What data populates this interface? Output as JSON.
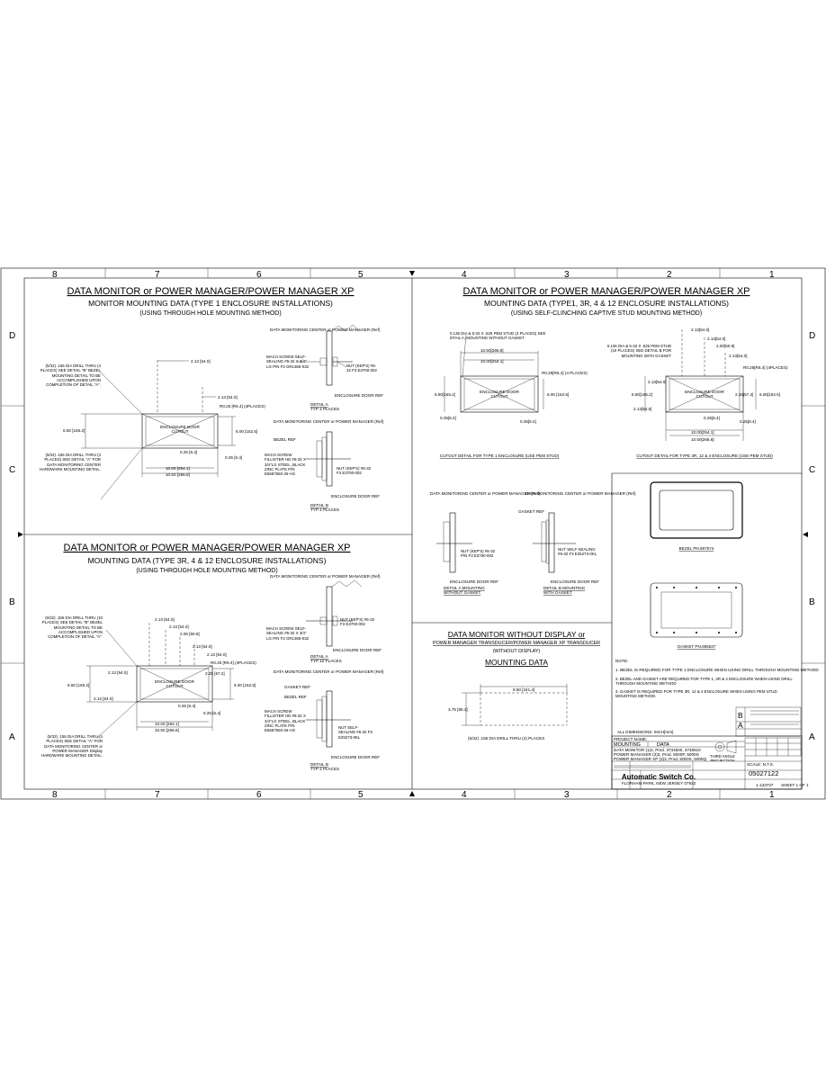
{
  "zones": {
    "top": [
      "8",
      "7",
      "6",
      "5",
      "4",
      "3",
      "2",
      "1"
    ],
    "bottom": [
      "8",
      "7",
      "6",
      "5",
      "4",
      "3",
      "2",
      "1"
    ],
    "left": [
      "D",
      "C",
      "B",
      "A"
    ],
    "right": [
      "D",
      "C",
      "B",
      "A"
    ]
  },
  "q1": {
    "title": "DATA MONITOR or POWER MANAGER/POWER MANAGER XP",
    "subtitle": "MONITOR MOUNTING DATA (TYPE 1 ENCLOSURE INSTALLATIONS)",
    "method": "(USING THROUGH HOLE MOUNTING METHOD)",
    "cutout_label": "ENCLOSURE DOOR",
    "cutout_sub": "CUTOUT",
    "dims": {
      "d1": "2.13 [54.0]",
      "d2": "2.13 [54.0]",
      "d3": "R0.25 [R6.4] (4PLACES)",
      "d4": "6.50 [165.2]",
      "d5": "6.00 [152.5]",
      "d6": "0.25 [6.4]",
      "d7": "0.25 [6.4]",
      "d8": "10.00 [254.1]",
      "d9": "10.50 [266.8]"
    },
    "notes": {
      "n1": "(5/32) .156 DIA DRILL THRU (4 PLACES) SEE DETAIL \"B\" BEZEL MOUNTING DETAIL TO BE ACCOMPLISHED UPON COMPLETION OF DETAIL \"A\".",
      "n2": "(5/32) .156 DIA DRILL THRU (4 PLACES) SEE DETAIL \"A\" FOR DATA MONITORING CENTER HARDWARE MOUNTING DETAIL."
    },
    "detail_a": {
      "ref": "DATA MONITORING CENTER or POWER MANAGER (Ref)",
      "screw": "MACH SCREW SELF-SEALING #6-32 X 3/4\" LG P/N F3 GR1365-032",
      "nut": "NUT (KEP'S) #6-32 F3 E3700-002",
      "door": "ENCLOSURE DOOR REF",
      "caption": "DETAIL A",
      "places": "TYP 4 PLACES"
    },
    "detail_b": {
      "ref": "DATA MONITORING CENTER or POWER MANAGER (Ref)",
      "bezel": "BEZEL REF",
      "screw": "MACH SCREW FILLISTER HD #6-32 X 3/4\"LG STEEL, BLACK ZINC PLATE P/N E5687560-26-AG",
      "nut": "NUT (KEP'S) #6-32 F3 E3700-002",
      "door": "ENCLOSURE DOOR REF",
      "caption": "DETAIL B",
      "places": "TYP 4 PLACES"
    }
  },
  "q2": {
    "title": "DATA MONITOR or POWER MANAGER/POWER MANAGER XP",
    "subtitle": "MOUNTING DATA (TYPE1, 3R, 4 & 12 ENCLOSURE INSTALLATIONS)",
    "method": "(USING SELF-CLINCHING CAPTIVE STUD MOUNTING METHOD)",
    "left_note": "0.136 DIA & 6-32 X .625 PEM STUD (4 PLACES) SEE DTAIL A, MOUNTING WITHOUT GASKET",
    "right_note": "0.136 DIA & 6-32 X .625 PEM STUD (10 PLACES) SEE DETAIL B FOR MOUNTING WITH GASKET",
    "caption_left": "CUTOUT DETAIL FOR TYPE 1 ENCLOSURE (USE PEM STUD)",
    "caption_right": "CUTOUT DETAIL FOR TYPE 3R, 12 & 4 ENCLOSURE (USE PEM STUD)",
    "door": "ENCLOSURE DOOR",
    "cutout": "CUTOUT",
    "dims_left": {
      "w1": "10.50[266.8]",
      "w2": "10.00[254.1]",
      "h1": "6.50[165.2]",
      "h2": "6.00 [152.5]",
      "r": "R0.25[R6.4] (4 PLACES)",
      "c1": "0.25[6.4]",
      "c2": "0.25[6.4]"
    },
    "dims_right": {
      "a": "2.13[54.0]",
      "b": "2.13[54.0]",
      "c": "2.00[50.8]",
      "d": "2.13[54.0]",
      "e": "R0.25[R6.4] (4PLACES)",
      "f": "2.25[57.2]",
      "g": "6.50[165.2]",
      "h": "6.00[152.5]",
      "i": "0.25[6.4]",
      "j": "0.25[6.4]",
      "k": "10.00[254.1]",
      "l": "10.50[266.8]",
      "m": "2.13[54.0]",
      "n": "2.13[54.0]"
    }
  },
  "q3": {
    "title": "DATA MONITOR or POWER MANAGER/POWER MANAGER XP",
    "subtitle": "MOUNTING DATA (TYPE 3R, 4 & 12 ENCLOSURE INSTALLATIONS)",
    "method": "(USING THROUGH HOLE MOUNTING METHOD)",
    "door": "ENCLOSURE DOOR",
    "cutout": "CUTOUT",
    "dims": {
      "a": "2.13 [54.0]",
      "b": "2.13 [54.0]",
      "c": "2.00 [50.8]",
      "d": "2.13 [54.0]",
      "e": "2.13 [54.0]",
      "f": "R0.25 [R6.4] (4PLACES)",
      "g": "2.25 [57.2]",
      "h": "6.50 [165.2]",
      "i": "6.00 [152.5]",
      "j": "2.13 [54.0]",
      "k": "2.13 [54.0]",
      "l": "0.25 [6.4]",
      "m": "0.25 [6.4]",
      "n": "10.00 [254.1]",
      "o": "10.50 [266.8]"
    },
    "notes": {
      "n1": "(5/32) .156 DIA DRILL THRU (10 PLACES) SEE DETAIL \"B\" BEZEL MOUNTING DETAIL TO BE ACCOMPLISHED UPON COMPLETION OF DETAIL \"A\".",
      "n2": "(5/32) .156 DIA DRILL THRU (4 PLACES) SEE DETAIL \"A\" FOR DATA MONITORING CENTER or POWER MANAGER Display HARDWARE MOUNTING DETAIL."
    },
    "detail_a": {
      "ref": "DATA MONITORING CENTER or POWER MANAGER (Ref)",
      "screw": "MACH SCREW SELF-SEALING #6-32 X 3/4\" LG P/N F3 GR1365-032",
      "nut": "NUT (KEP'S) #6-32 F3 E3700-002",
      "door": "ENCLOSURE DOOR REF",
      "caption": "DETAIL A",
      "places": "TYP 10 PLACES"
    },
    "detail_b": {
      "ref": "DATA MONITORING CENTER or POWER MANAGER (Ref)",
      "gasket": "GASKET REF",
      "bezel": "BEZEL REF",
      "screw": "MACH SCREW FILLISTER HD #6-32 X 3/4\"LG STEEL, BLACK ZINC PLATE P/N E5687560-26-AG",
      "nut": "NUT SELF-SEALING #6-32 F3 E25273-0KL",
      "door": "ENCLOSURE DOOR REF",
      "caption": "DETAIL B",
      "places": "TYP 4 PLACES"
    }
  },
  "q4": {
    "detail_a": {
      "ref": "DATA MONITORING CENTER or POWER MANAGER (Ref)",
      "nut": "NUT (KEP'S) #6-32 P/N F3 E3700-002",
      "door": "ENCLOSURE DOOR REF",
      "caption1": "DETAIL A MOUNTING",
      "caption2": "WITHOUT GASKET"
    },
    "detail_b": {
      "ref": "DATA MONITORING CENTER or POWER MANAGER (Ref)",
      "gasket": "GASKET REF",
      "nut": "NUT SELF-SEALING #6-32 F3 E25273-0KL",
      "door": "ENCLOSURE DOOR REF",
      "caption1": "DETAIL B MOUNTING",
      "caption2": "WITH GASKET"
    },
    "bezel_caption": "BEZEL PN.687574",
    "gasket_caption": "GASKET PN.685537",
    "notes_title": "NOTE:",
    "notes": [
      "1. BEZEL IS REQUIRED FOR TYPE 1 ENCLOSURE WHEN USING DRILL THROUGH MOUNTING METHOD",
      "2. BEZEL AND GASKET ARE REQUIRED FOR TYPE 1, 3R & 4 ENCLOSURE WHEN USING DRILL THROUGH MOUNTING METHOD",
      "3. GASKET IS REQUIRED FOR TYPE 3R, 12 & 4 ENCLOSURE WHEN USING PEM STUD MOUNTING METHOD."
    ]
  },
  "q5": {
    "title1": "DATA MONITOR WITHOUT DISPLAY or",
    "title2": "POWER MANAGER TRANSDUCER/POWER MANAGER XP TRANSDUCER",
    "title3": "(WITHOUT DISPLAY)",
    "title4": "MOUNTING DATA",
    "w": "9.50 [241.4]",
    "h": "3.75 [95.3]",
    "note": "(5/32) .156 DIA DRILL THRU (4) PLACES",
    "all_dims": "ALL DIMENSIONS: INCH[mm]"
  },
  "titleblock": {
    "rev_b": "B",
    "rev_a": "A",
    "project": "PROJECT NAME:",
    "name1": "MOUNTING",
    "name2": "DATA",
    "model_lines": [
      "DATA MONITOR (1)4, Prod. 3734500, 3748510",
      "POWER MANAGER (3)3, Prod. 5000P, 5000G",
      "POWER MANAGER XP (3)3, Prod. 5000X, 5000Q"
    ],
    "projection": "THIRD ANGLE PROJECTION",
    "company": "Automatic Switch Co.",
    "address": "FLORHAM PARK, NEW JERSEY 07932",
    "dwg_no": "05027122",
    "part_no": "1-133737",
    "scale": "SCALE: N.T.S.",
    "sheet": "SHEET 1 OF 1"
  }
}
